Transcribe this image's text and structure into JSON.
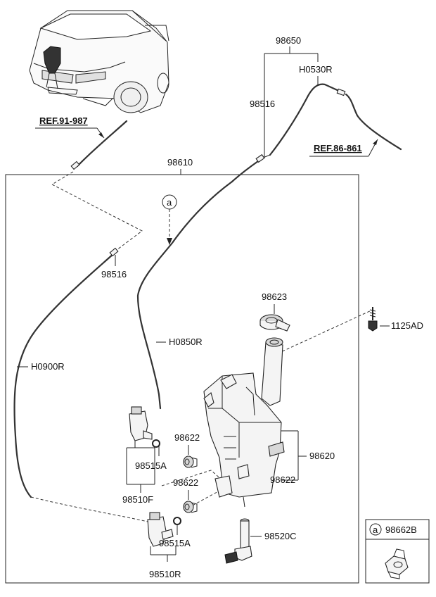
{
  "labels": {
    "l98650": "98650",
    "lH0530R": "H0530R",
    "l98516_top": "98516",
    "lREF86": "REF.86-861",
    "lREF91": "REF.91-987",
    "l98610": "98610",
    "la": "a",
    "l98516_mid": "98516",
    "l98623": "98623",
    "l1125AD": "1125AD",
    "lH0850R": "H0850R",
    "lH0900R": "H0900R",
    "l98622_a": "98622",
    "l98515A_a": "98515A",
    "l98620": "98620",
    "l98622_b": "98622",
    "l98622_c": "98622",
    "l98510F": "98510F",
    "l98520C": "98520C",
    "l98515A_b": "98515A",
    "l98510R": "98510R",
    "inset_circle": "a",
    "inset_part": "98662B"
  },
  "icons": [
    "car-icon",
    "washer-reservoir-icon",
    "washer-pump-icon",
    "washer-cap-icon",
    "bolt-icon",
    "grommet-icon",
    "level-sensor-icon",
    "hose-clip-icon"
  ]
}
